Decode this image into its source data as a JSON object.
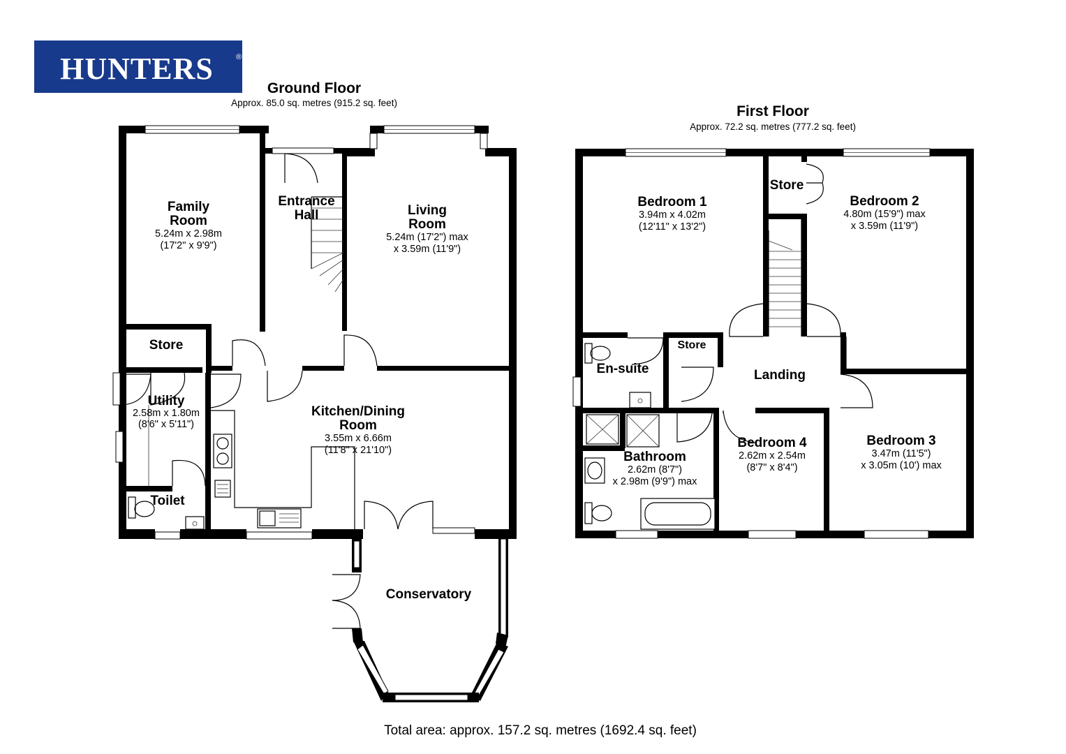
{
  "brand": {
    "name": "HUNTERS",
    "registered_mark": "®",
    "color": "#183a8c"
  },
  "floors": [
    {
      "name": "Ground Floor",
      "area": "Approx. 85.0 sq. metres (915.2 sq. feet)",
      "rooms": [
        {
          "name_lines": [
            "Family",
            "Room"
          ],
          "dims": [
            "5.24m x 2.98m",
            "(17'2\" x 9'9\")"
          ]
        },
        {
          "name_lines": [
            "Entrance",
            "Hall"
          ],
          "dims": []
        },
        {
          "name_lines": [
            "Living",
            "Room"
          ],
          "dims": [
            "5.24m (17'2\") max",
            "x 3.59m (11'9\")"
          ]
        },
        {
          "name_lines": [
            "Store"
          ],
          "dims": []
        },
        {
          "name_lines": [
            "Utility"
          ],
          "dims": [
            "2.58m x 1.80m",
            "(8'6\" x 5'11\")"
          ]
        },
        {
          "name_lines": [
            "Kitchen/Dining",
            "Room"
          ],
          "dims": [
            "3.55m x 6.66m",
            "(11'8\" x 21'10\")"
          ]
        },
        {
          "name_lines": [
            "Toilet"
          ],
          "dims": []
        },
        {
          "name_lines": [
            "Conservatory"
          ],
          "dims": []
        }
      ]
    },
    {
      "name": "First Floor",
      "area": "Approx. 72.2 sq. metres (777.2 sq. feet)",
      "rooms": [
        {
          "name_lines": [
            "Bedroom 1"
          ],
          "dims": [
            "3.94m x 4.02m",
            "(12'11\" x 13'2\")"
          ]
        },
        {
          "name_lines": [
            "Store"
          ],
          "dims": []
        },
        {
          "name_lines": [
            "Bedroom 2"
          ],
          "dims": [
            "4.80m (15'9\") max",
            "x 3.59m (11'9\")"
          ]
        },
        {
          "name_lines": [
            "Store"
          ],
          "dims": []
        },
        {
          "name_lines": [
            "En-suite"
          ],
          "dims": []
        },
        {
          "name_lines": [
            "Landing"
          ],
          "dims": []
        },
        {
          "name_lines": [
            "Bathroom"
          ],
          "dims": [
            "2.62m (8'7\")",
            "x 2.98m (9'9\") max"
          ]
        },
        {
          "name_lines": [
            "Bedroom 4"
          ],
          "dims": [
            "2.62m x 2.54m",
            "(8'7\" x 8'4\")"
          ]
        },
        {
          "name_lines": [
            "Bedroom 3"
          ],
          "dims": [
            "3.47m (11'5\")",
            "x 3.05m (10') max"
          ]
        }
      ]
    }
  ],
  "total_area": "Total area: approx. 157.2 sq. metres (1692.4 sq. feet)"
}
